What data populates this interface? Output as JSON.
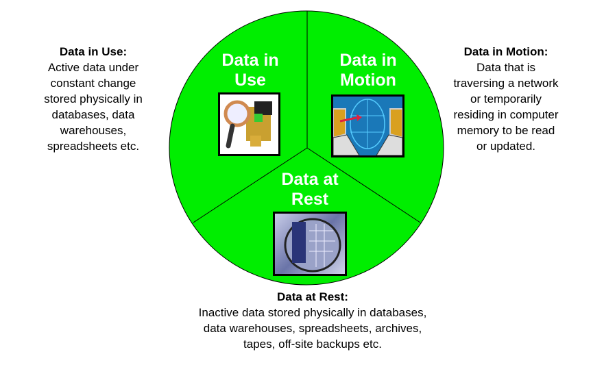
{
  "segments": [
    {
      "title_line1": "Data in",
      "title_line2": "Use",
      "icon": "magnifier-cube-icon",
      "desc_heading": "Data in Use:",
      "desc_lines": [
        "Active data under",
        "constant change",
        "stored physically in",
        "databases, data",
        "warehouses,",
        "spreadsheets etc."
      ]
    },
    {
      "title_line1": "Data in",
      "title_line2": "Motion",
      "icon": "network-laptops-icon",
      "desc_heading": "Data in Motion:",
      "desc_lines": [
        "Data that is",
        "traversing a network",
        "or temporarily",
        "residing in computer",
        "memory to be read",
        "or updated."
      ]
    },
    {
      "title_line1": "Data at",
      "title_line2": "Rest",
      "icon": "storage-vault-icon",
      "desc_heading": "Data at Rest:",
      "desc_lines": [
        "Inactive data stored physically in databases,",
        "data warehouses, spreadsheets, archives,",
        "tapes, off-site backups etc."
      ]
    }
  ],
  "colors": {
    "pie_fill": "#00ee00",
    "divider": "#000000"
  }
}
